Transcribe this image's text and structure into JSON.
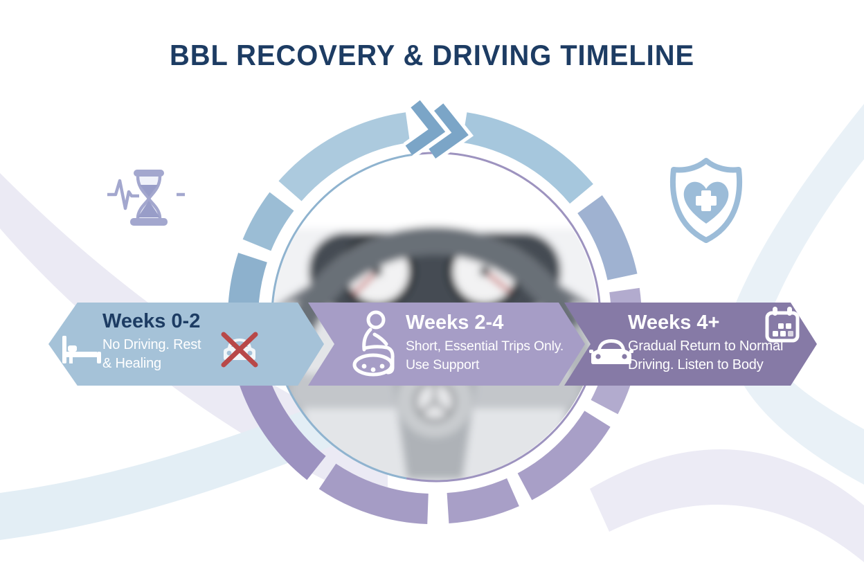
{
  "title": "BBL RECOVERY & DRIVING TIMELINE",
  "colors": {
    "title_text": "#1d3c63",
    "phase1_bg": "#a5c2d8",
    "phase2_bg": "#a69dc6",
    "phase3_bg": "#867aa6",
    "phase1_heading": "#1d3c63",
    "phase_body_text": "#ffffff",
    "no_symbol_red": "#b84848",
    "ring_blue": "#8db1cd",
    "ring_light_blue": "#accade",
    "ring_purple": "#a89fc7",
    "chevron_blue": "#7ba5c7",
    "decor_periwinkle": "#a3a7ce",
    "decor_shield_blue": "#9cbcd8"
  },
  "phases": [
    {
      "heading": "Weeks 0-2",
      "line1": "No Driving. Rest",
      "line2": "& Healing",
      "bg": "#a5c2d8",
      "heading_color": "#1d3c63",
      "icons": [
        "bed-icon",
        "no-driving-car-icon"
      ]
    },
    {
      "heading": "Weeks 2-4",
      "line1": "Short, Essential Trips Only.",
      "line2": "Use Support",
      "bg": "#a69dc6",
      "heading_color": "#ffffff",
      "icons": [
        "seated-person-cushion-icon"
      ]
    },
    {
      "heading": "Weeks 4+",
      "line1": "Gradual Return to Normal",
      "line2": "Driving. Listen to Body",
      "bg": "#867aa6",
      "heading_color": "#ffffff",
      "icons": [
        "car-icon",
        "calendar-icon"
      ]
    }
  ],
  "decorations": {
    "left_icon": "hourglass-heartbeat-icon",
    "right_icon": "shield-heart-cross-icon",
    "center_image": "blurred-steering-wheel-photo",
    "top_icon": "double-chevron-icon"
  }
}
